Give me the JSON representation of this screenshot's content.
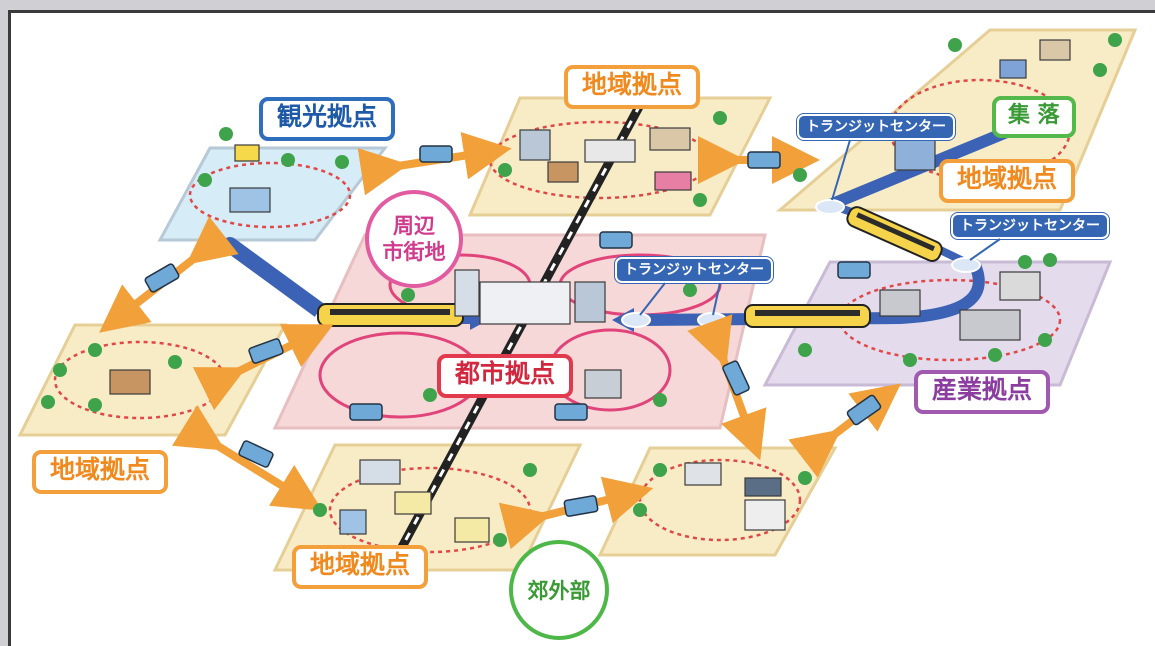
{
  "labels": {
    "region_top": "地域拠点",
    "tourism": "観光拠点",
    "village": "集 落",
    "region_right": "地域拠点",
    "region_left": "地域拠点",
    "region_bottom": "地域拠点",
    "urban_core": "都市拠点",
    "industry": "産業拠点",
    "surrounding_line1": "周辺",
    "surrounding_line2": "市街地",
    "suburb": "郊外部"
  },
  "transit_centers": {
    "top_right": "トランジットセンター",
    "right": "トランジットセンター",
    "center": "トランジットセンター"
  },
  "colors": {
    "orange_label": "#f08a1e",
    "blue_label": "#1e5aa8",
    "green_label": "#3a9b36",
    "red_label": "#d0283e",
    "purple_label": "#8c3ea0",
    "pink_label": "#d03a8c",
    "transit_center_bg": "#3566b3",
    "rail_line": "#3b62b5",
    "bus_arrow": "#f2a03a",
    "tourism_tile": "#d6ecf6",
    "urban_tile": "#f6d8d8",
    "industry_tile": "#e4dced",
    "region_tile": "#f8ecc6"
  }
}
